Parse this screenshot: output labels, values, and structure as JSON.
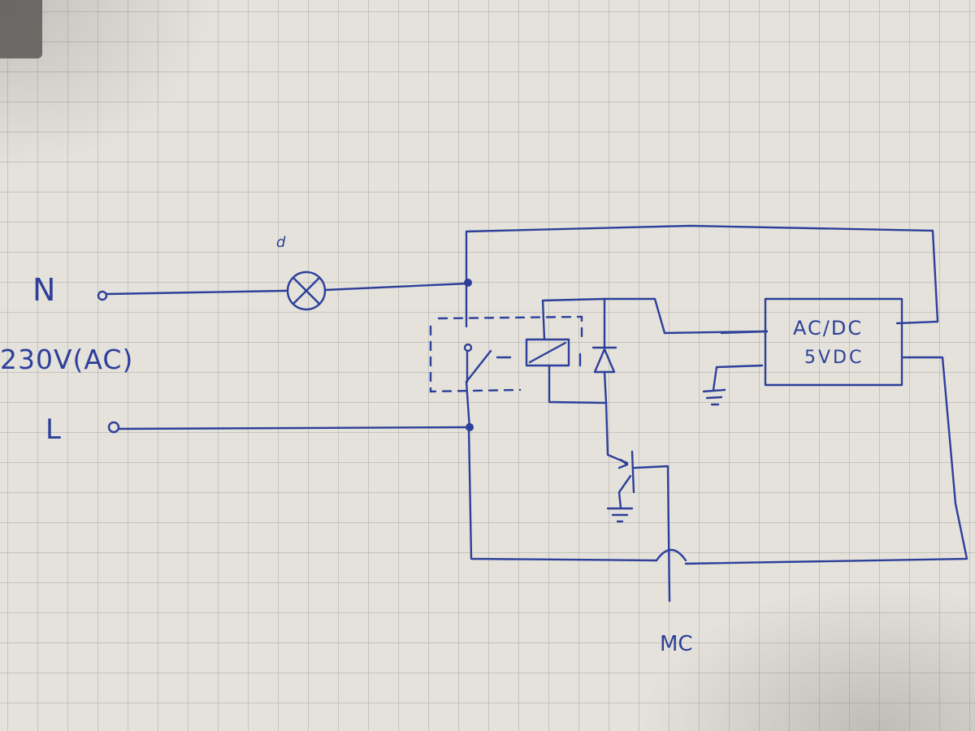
{
  "labels": {
    "neutral": "N",
    "voltage": "230V(AC)",
    "line": "L",
    "lamp_mark": "d",
    "converter_top": "AC/DC",
    "converter_bottom": "5VDC",
    "controller": "MC"
  },
  "colors": {
    "ink": "#2d3f9a",
    "paper": "#e4e2db",
    "grid": "#a8a8a8"
  },
  "icons": {
    "lamp": "lamp-icon",
    "relay_coil": "relay-coil-icon",
    "relay_switch": "relay-switch-icon",
    "diode": "diode-icon",
    "transistor": "transistor-icon",
    "ground": "ground-icon"
  }
}
